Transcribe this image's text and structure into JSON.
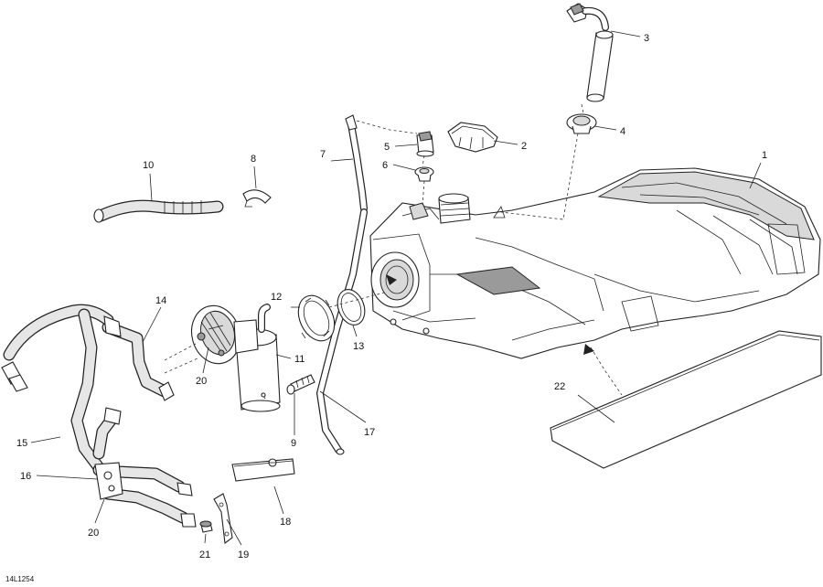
{
  "diagram": {
    "drawing_code": "14L1254",
    "callouts": [
      {
        "id": "c1",
        "text": "1"
      },
      {
        "id": "c2",
        "text": "2"
      },
      {
        "id": "c3",
        "text": "3"
      },
      {
        "id": "c4",
        "text": "4"
      },
      {
        "id": "c5",
        "text": "5"
      },
      {
        "id": "c6",
        "text": "6"
      },
      {
        "id": "c7",
        "text": "7"
      },
      {
        "id": "c8",
        "text": "8"
      },
      {
        "id": "c9",
        "text": "9"
      },
      {
        "id": "c10",
        "text": "10"
      },
      {
        "id": "c11",
        "text": "11"
      },
      {
        "id": "c12",
        "text": "12"
      },
      {
        "id": "c13",
        "text": "13"
      },
      {
        "id": "c14",
        "text": "14"
      },
      {
        "id": "c15",
        "text": "15"
      },
      {
        "id": "c16",
        "text": "16"
      },
      {
        "id": "c17",
        "text": "17"
      },
      {
        "id": "c18",
        "text": "18"
      },
      {
        "id": "c19",
        "text": "19"
      },
      {
        "id": "c20a",
        "text": "20"
      },
      {
        "id": "c20b",
        "text": "20"
      },
      {
        "id": "c21",
        "text": "21"
      },
      {
        "id": "c22",
        "text": "22"
      }
    ]
  }
}
